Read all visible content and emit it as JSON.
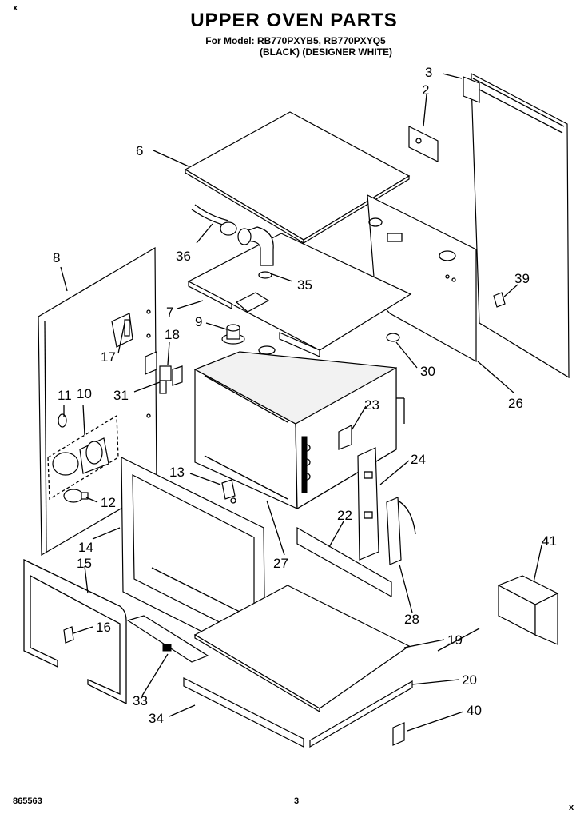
{
  "header": {
    "title": "UPPER OVEN PARTS",
    "model_line": "For Model: RB770PXYB5, RB770PXYQ5",
    "finish_line": "(BLACK)      (DESIGNER WHITE)"
  },
  "footer": {
    "doc_number": "865563",
    "page_number": "3",
    "corner_mark": "x"
  },
  "callouts": [
    "2",
    "3",
    "6",
    "7",
    "8",
    "9",
    "10",
    "11",
    "12",
    "13",
    "14",
    "15",
    "16",
    "17",
    "18",
    "19",
    "20",
    "22",
    "23",
    "24",
    "26",
    "27",
    "28",
    "30",
    "31",
    "33",
    "34",
    "35",
    "36",
    "39",
    "40",
    "41"
  ]
}
